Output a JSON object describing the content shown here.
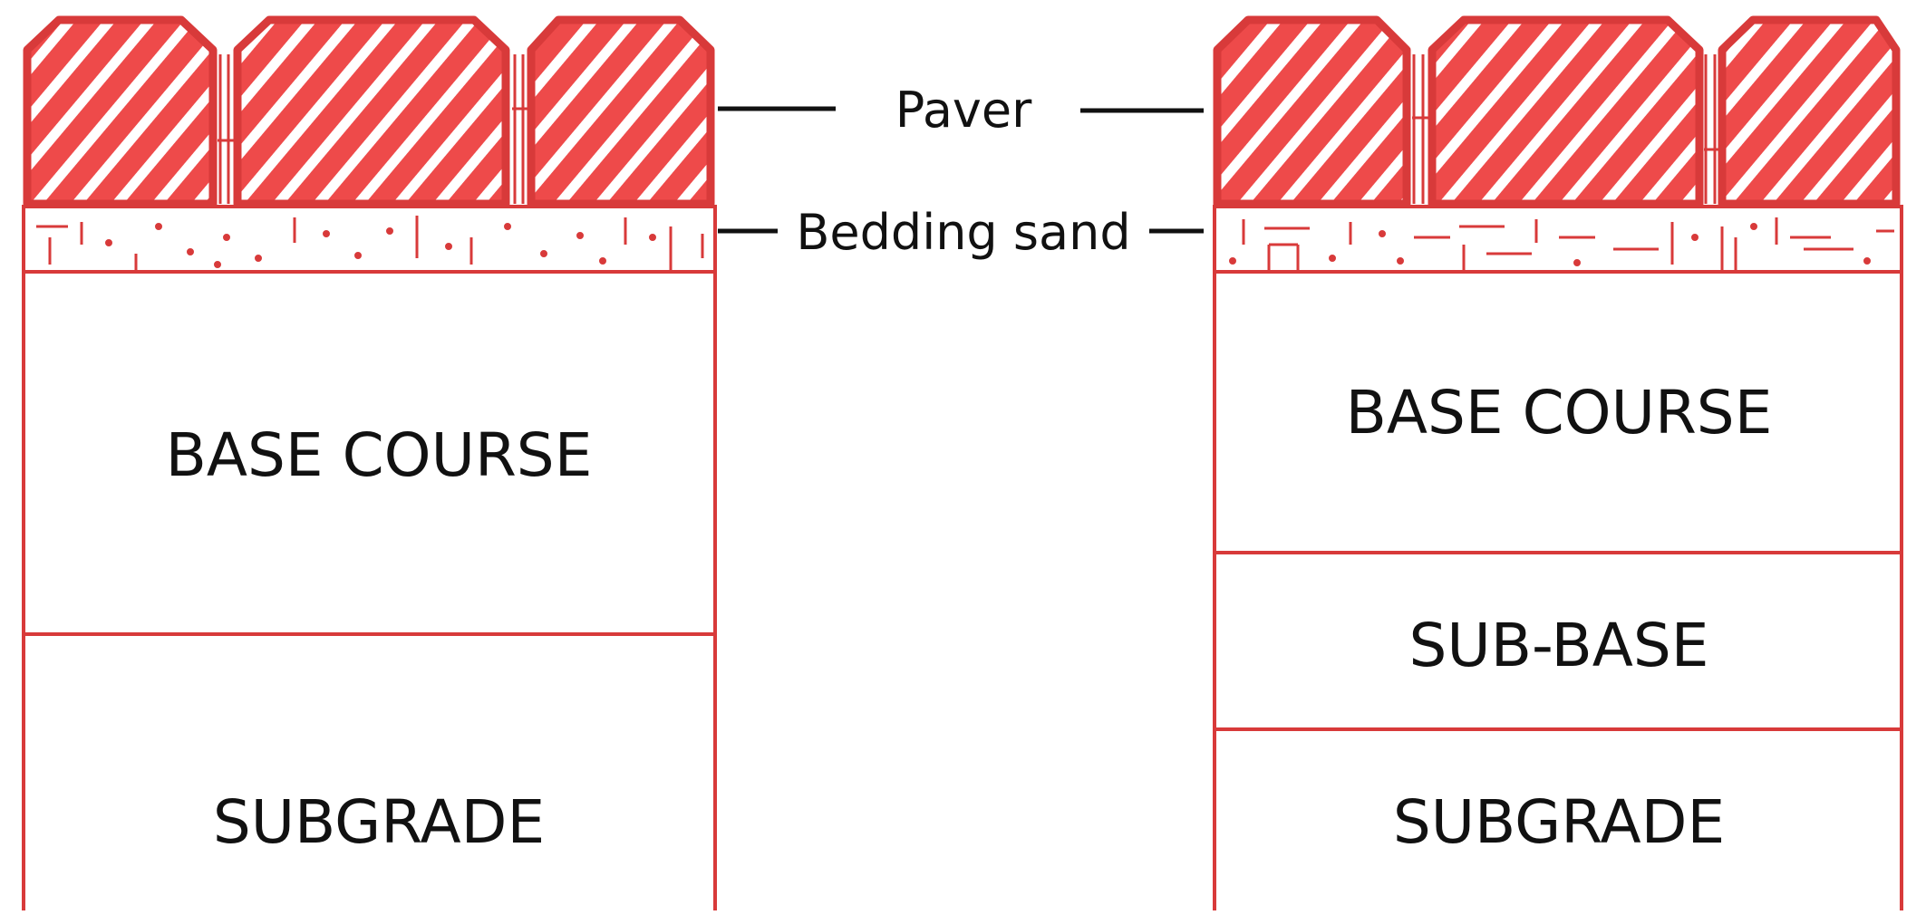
{
  "labels": {
    "paver": "Paver",
    "bedding_sand": "Bedding sand"
  },
  "left_section": {
    "layers": [
      "BASE COURSE",
      "SUBGRADE"
    ]
  },
  "right_section": {
    "layers": [
      "BASE COURSE",
      "SUB-BASE",
      "SUBGRADE"
    ]
  },
  "colors": {
    "paver_fill": "#ee4a4a",
    "outline": "#d83a3a",
    "hatch": "#ffffff",
    "callout_line": "#111111"
  }
}
